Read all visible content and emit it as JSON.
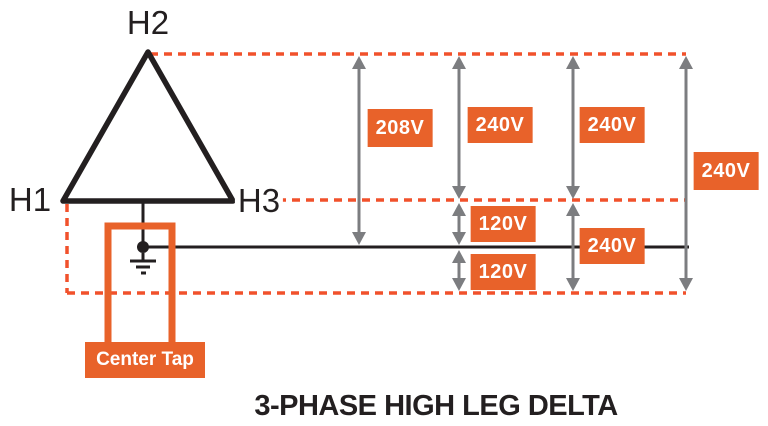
{
  "title": "3-PHASE HIGH LEG DELTA",
  "terminals": {
    "h1": "H1",
    "h2": "H2",
    "h3": "H3"
  },
  "center_tap": {
    "label": "Center Tap"
  },
  "voltage_labels": {
    "v208_high_leg_to_neutral": "208V",
    "v240_h2_to_h1": "240V",
    "v240_h2_to_h3": "240V",
    "v240_far_right_h2_to_h1": "240V",
    "v120_h3_to_neutral": "120V",
    "v120_h1_to_neutral": "120V",
    "v240_h1_to_h3": "240V"
  },
  "colors": {
    "accent_orange": "#e8622a",
    "dashed_orange": "#f1512b",
    "arrow_gray": "#7c7d80",
    "ink_black": "#231f20"
  }
}
